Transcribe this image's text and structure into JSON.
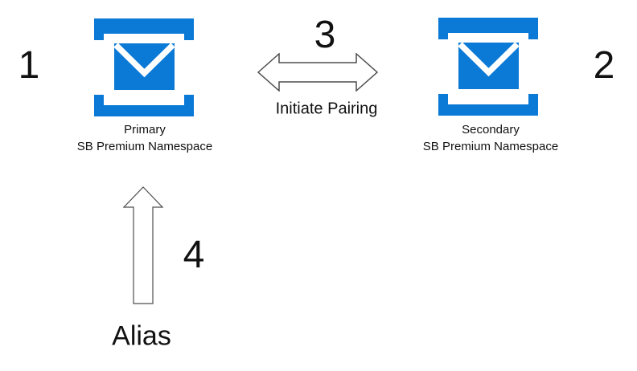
{
  "diagram": {
    "background": "#ffffff",
    "colors": {
      "namespace_icon_blue": "#0b79d6",
      "arrow_fill": "#ffffff",
      "arrow_outline": "#4d4d4d",
      "text": "#111111"
    },
    "primary": {
      "step_number": "1",
      "icon": "service-bus-namespace-icon",
      "label_line1": "Primary",
      "label_line2": "SB Premium Namespace"
    },
    "secondary": {
      "step_number": "2",
      "icon": "service-bus-namespace-icon",
      "label_line1": "Secondary",
      "label_line2": "SB Premium Namespace"
    },
    "pairing": {
      "step_number": "3",
      "label": "Initiate Pairing",
      "arrow": "double-headed-horizontal-arrow"
    },
    "alias": {
      "step_number": "4",
      "label": "Alias",
      "arrow": "up-arrow"
    }
  }
}
